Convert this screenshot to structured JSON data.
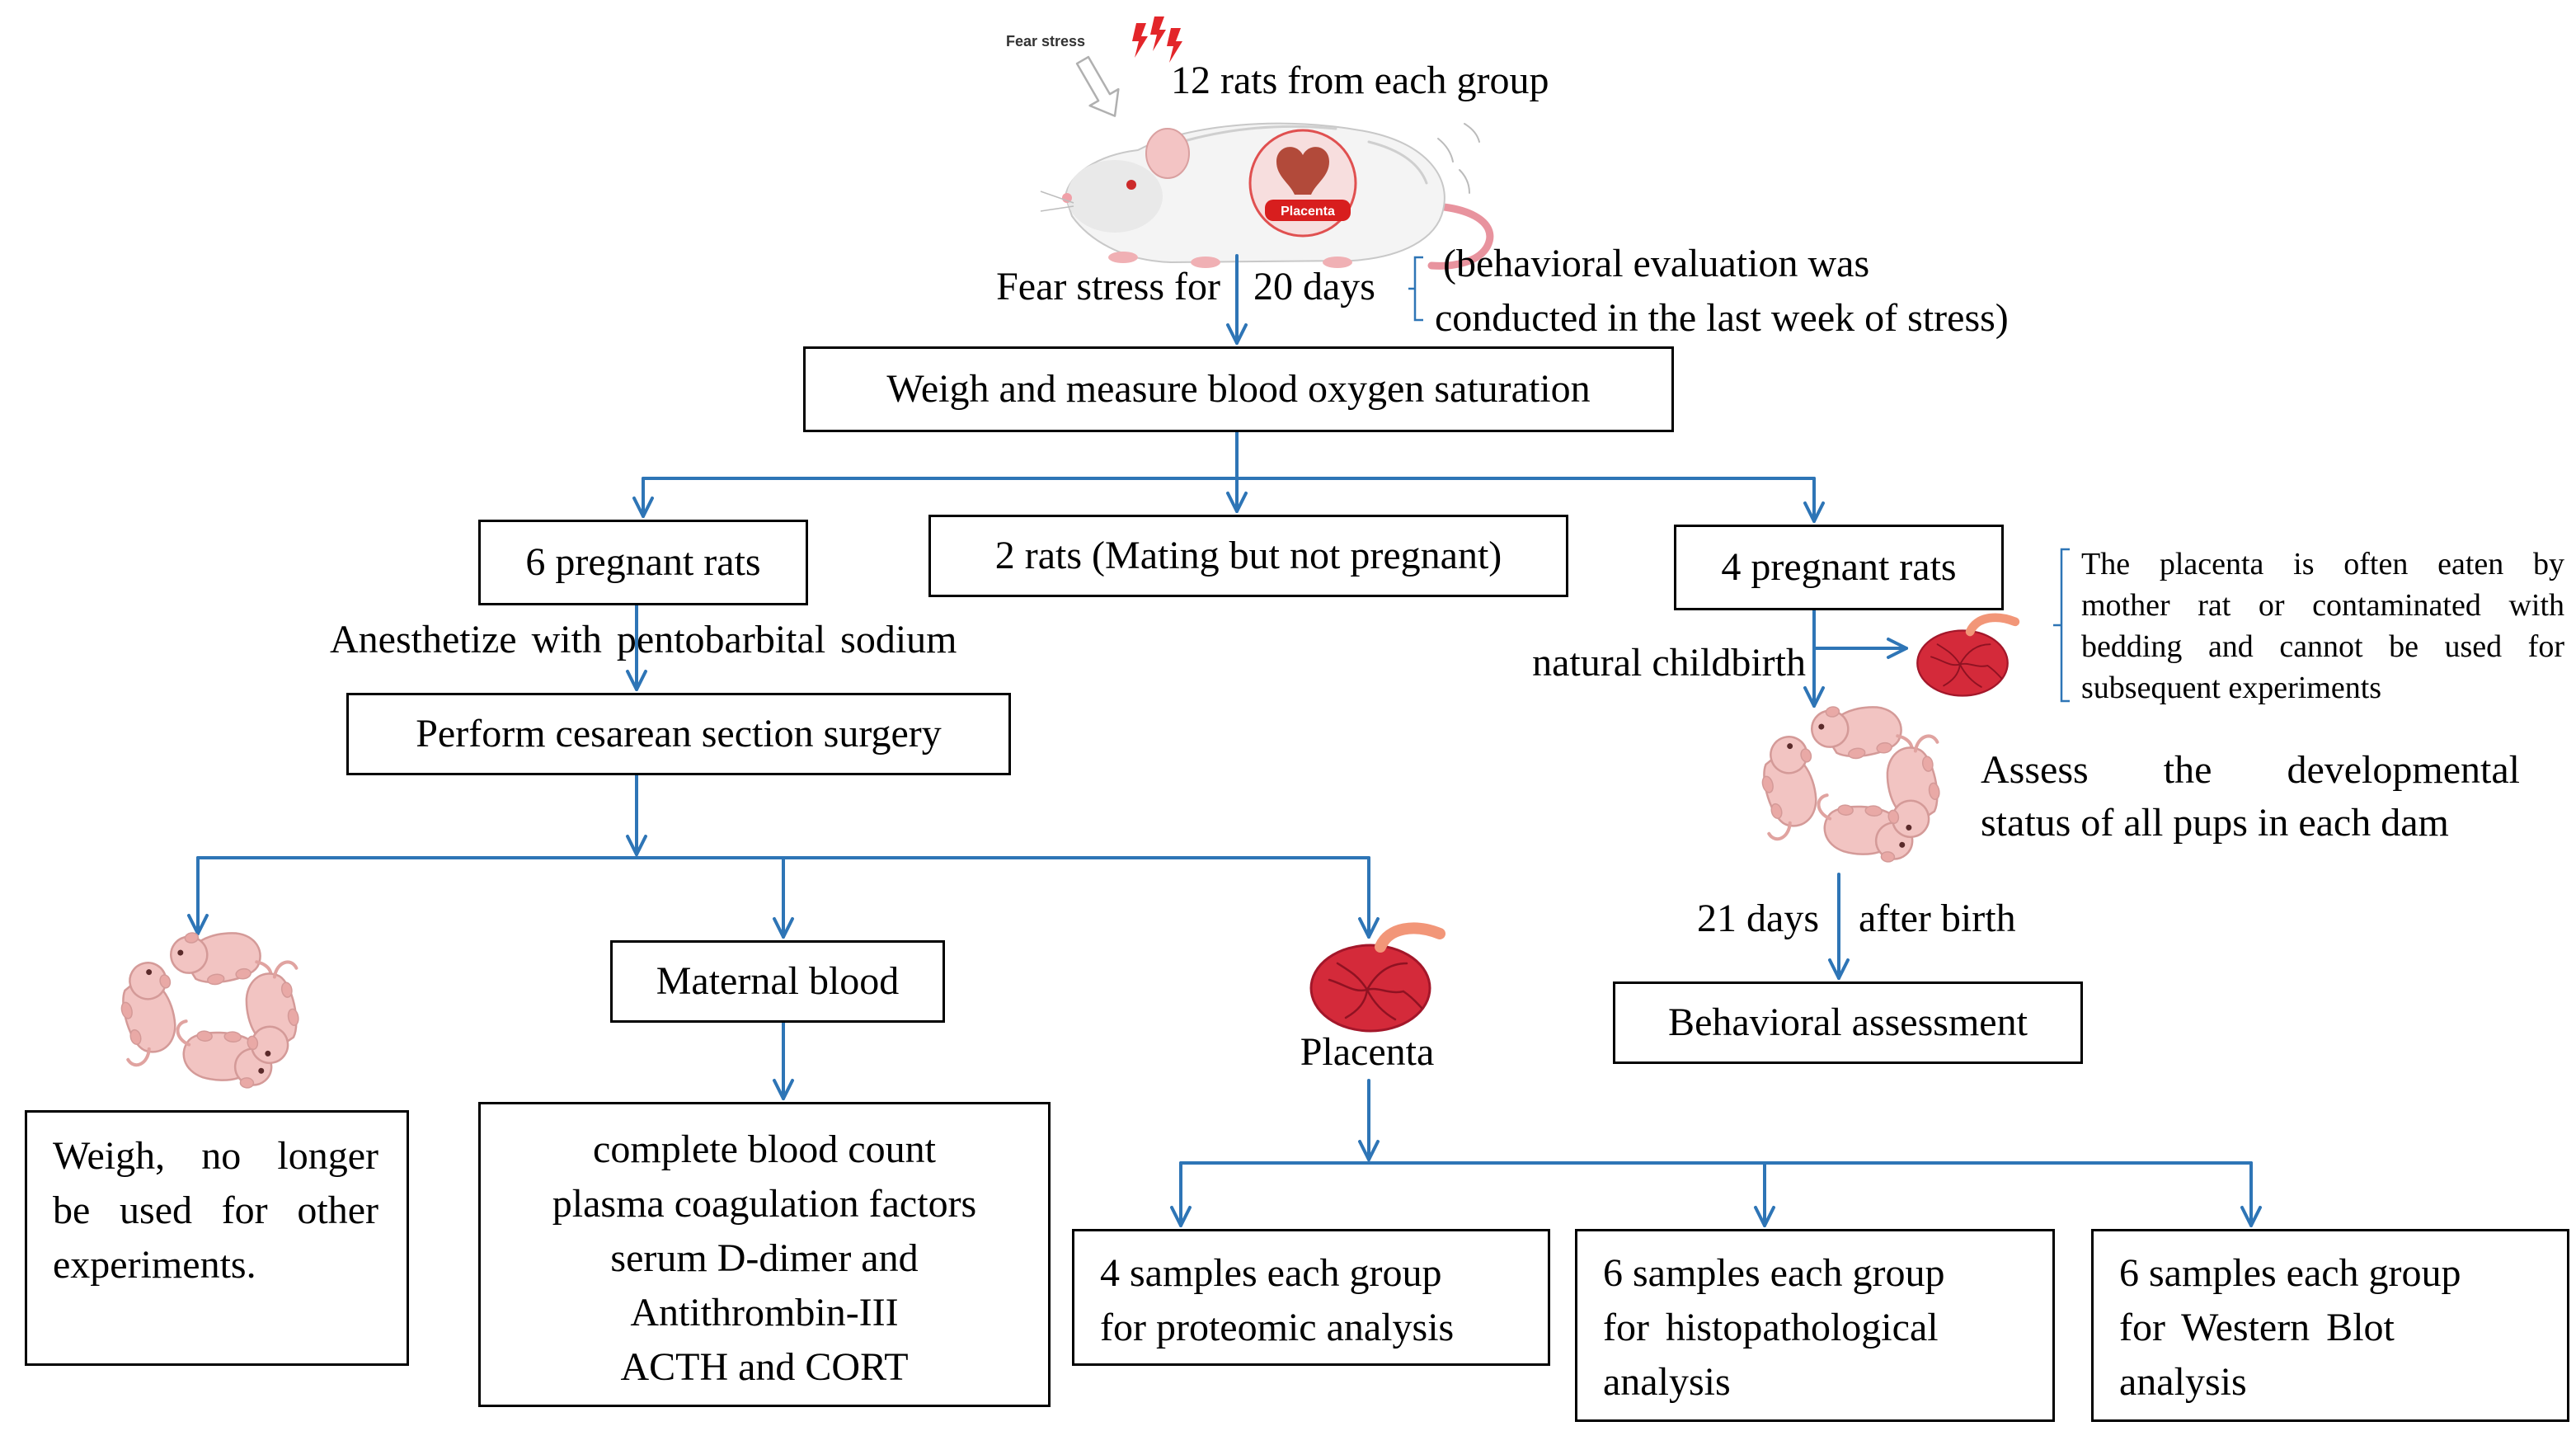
{
  "header": {
    "fear_stress_label": "Fear stress",
    "rats_count_label": "12 rats from each group",
    "rat_placenta_label": "Placenta"
  },
  "stress_step": {
    "duration_left": "Fear stress for",
    "duration_right": "20 days",
    "note_lines": [
      "(behavioral evaluation was",
      "conducted in the last week of stress)"
    ]
  },
  "weigh_box": {
    "label": "Weigh and measure blood oxygen saturation"
  },
  "groups": {
    "cesarean": "6 pregnant rats",
    "not_pregnant": "2 rats (Mating but not pregnant)",
    "natural_birth": "4 pregnant rats"
  },
  "cesarean_branch": {
    "anesthesia_label": "Anesthetize with pentobarbital sodium",
    "surgery_box": "Perform cesarean section surgery",
    "pups_box_lines": [
      "Weigh, no longer",
      "be used for other",
      "experiments."
    ],
    "maternal_blood_box": "Maternal blood",
    "blood_tests_lines": [
      "complete blood count",
      "plasma coagulation factors",
      "serum D-dimer and",
      "Antithrombin-III",
      "ACTH and CORT"
    ],
    "placenta_label": "Placenta",
    "sample_boxes": [
      {
        "lines": [
          "4 samples each group",
          "for proteomic analysis"
        ]
      },
      {
        "lines": [
          "6 samples each group",
          "for histopathological",
          "analysis"
        ]
      },
      {
        "lines": [
          "6 samples each group",
          "for Western Blot",
          "analysis"
        ]
      }
    ]
  },
  "natural_birth_branch": {
    "childbirth_label": "natural childbirth",
    "placenta_note_lines": [
      "The placenta is often eaten by",
      "mother rat or contaminated with",
      "bedding and cannot be used for",
      "subsequent experiments"
    ],
    "assess_lines": [
      "Assess the developmental",
      "status of all pups in each dam"
    ],
    "interval_left": "21 days",
    "interval_right": "after birth",
    "behavior_box": "Behavioral assessment"
  },
  "icons": {
    "stress": "lightning-icon",
    "stimulus": "outline-arrow-icon"
  },
  "colors": {
    "arrow": "#2E75B6",
    "placenta": "#D42A3A",
    "bolt": "#E3262A",
    "box_border": "#000000"
  }
}
